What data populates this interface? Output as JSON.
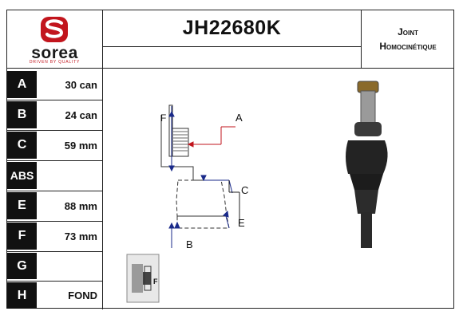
{
  "brand": {
    "name": "sorea",
    "tagline": "DRIVEN BY QUALITY",
    "color": "#c2151d"
  },
  "part_number": "JH22680K",
  "category": {
    "line1": "Joint",
    "line2": "Homocinétique"
  },
  "specs": [
    {
      "letter": "A",
      "value": "30 can"
    },
    {
      "letter": "B",
      "value": "24 can"
    },
    {
      "letter": "C",
      "value": "59 mm"
    },
    {
      "letter": "ABS",
      "value": ""
    },
    {
      "letter": "E",
      "value": "88 mm"
    },
    {
      "letter": "F",
      "value": "73 mm"
    },
    {
      "letter": "G",
      "value": ""
    },
    {
      "letter": "H",
      "value": "FOND"
    }
  ],
  "diagram": {
    "labels": {
      "a": "A",
      "b": "B",
      "c": "C",
      "e": "E",
      "f": "F",
      "f_small": "F"
    }
  }
}
